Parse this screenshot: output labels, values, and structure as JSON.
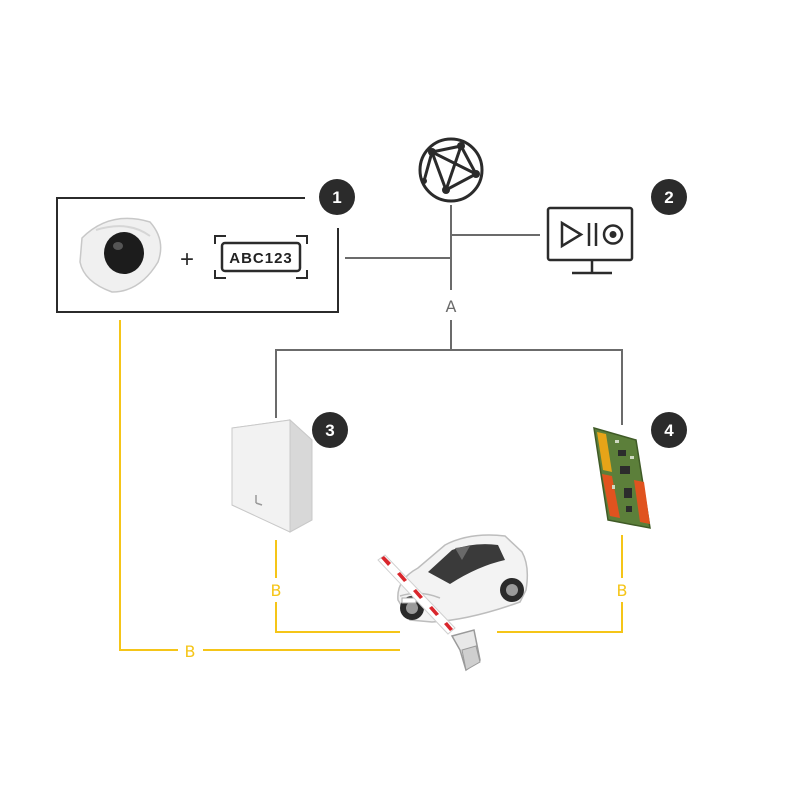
{
  "badges": {
    "b1": "1",
    "b2": "2",
    "b3": "3",
    "b4": "4"
  },
  "plate_text": "ABC123",
  "plus_sign": "+",
  "connections": {
    "network": "A",
    "io": "B"
  },
  "colors": {
    "network_line": "#6b6b6b",
    "io_line": "#f5c518",
    "badge": "#2b2b2b"
  },
  "icons": {
    "internet": "globe-network-icon",
    "camera": "dome-camera-icon",
    "plate": "license-plate-icon",
    "monitor": "video-management-monitor-icon",
    "door_controller": "door-controller-icon",
    "io_board": "io-module-board-icon",
    "car": "car-icon",
    "barrier": "parking-barrier-icon"
  }
}
